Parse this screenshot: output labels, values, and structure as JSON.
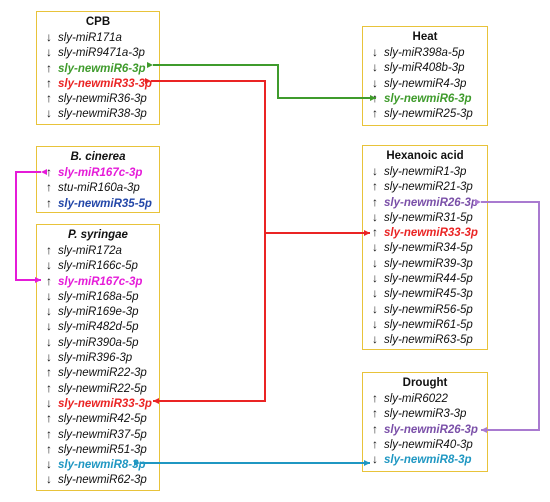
{
  "colors": {
    "box_border": "#e8c33a",
    "green": "#3f9b2c",
    "red": "#ea2424",
    "magenta": "#e51bd8",
    "blue": "#2246a8",
    "purple": "#7a4fa8",
    "purple_line": "#a97ad0",
    "teal": "#1f97c2"
  },
  "arrow_icons": {
    "up": "↑",
    "down": "↓"
  },
  "boxes": {
    "cpb": {
      "title": "CPB",
      "items": [
        {
          "dir": "down",
          "text": "sly-miR171a"
        },
        {
          "dir": "down",
          "text": "sly-miR9471a-3p"
        },
        {
          "dir": "up",
          "text": "sly-newmiR6-3p",
          "color": "green"
        },
        {
          "dir": "up",
          "text": "sly-newmiR33-3p",
          "color": "red"
        },
        {
          "dir": "up",
          "text": "sly-newmiR36-3p"
        },
        {
          "dir": "down",
          "text": "sly-newmiR38-3p"
        }
      ]
    },
    "heat": {
      "title": "Heat",
      "items": [
        {
          "dir": "down",
          "text": "sly-miR398a-5p"
        },
        {
          "dir": "down",
          "text": "sly-miR408b-3p"
        },
        {
          "dir": "down",
          "text": "sly-newmiR4-3p"
        },
        {
          "dir": "up",
          "text": "sly-newmiR6-3p",
          "color": "green"
        },
        {
          "dir": "up",
          "text": "sly-newmiR25-3p"
        }
      ]
    },
    "bcinerea": {
      "title": "B. cinerea",
      "items": [
        {
          "dir": "up",
          "text": "sly-miR167c-3p",
          "color": "magenta"
        },
        {
          "dir": "up",
          "text": "stu-miR160a-3p"
        },
        {
          "dir": "up",
          "text": "sly-newmiR35-5p",
          "color": "blue"
        }
      ]
    },
    "psyringae": {
      "title": "P. syringae",
      "items": [
        {
          "dir": "up",
          "text": "sly-miR172a"
        },
        {
          "dir": "down",
          "text": "sly-miR166c-5p"
        },
        {
          "dir": "up",
          "text": "sly-miR167c-3p",
          "color": "magenta"
        },
        {
          "dir": "down",
          "text": "sly-miR168a-5p"
        },
        {
          "dir": "down",
          "text": "sly-miR169e-3p"
        },
        {
          "dir": "down",
          "text": "sly-miR482d-5p"
        },
        {
          "dir": "down",
          "text": "sly-miR390a-5p"
        },
        {
          "dir": "down",
          "text": "sly-miR396-3p"
        },
        {
          "dir": "up",
          "text": "sly-newmiR22-3p"
        },
        {
          "dir": "up",
          "text": "sly-newmiR22-5p"
        },
        {
          "dir": "down",
          "text": "sly-newmiR33-3p",
          "color": "red"
        },
        {
          "dir": "up",
          "text": "sly-newmiR42-5p"
        },
        {
          "dir": "up",
          "text": "sly-newmiR37-5p"
        },
        {
          "dir": "up",
          "text": "sly-newmiR51-3p"
        },
        {
          "dir": "down",
          "text": "sly-newmiR8-3p",
          "color": "teal"
        },
        {
          "dir": "down",
          "text": "sly-newmiR62-3p"
        }
      ]
    },
    "hexanoic": {
      "title": "Hexanoic acid",
      "items": [
        {
          "dir": "down",
          "text": "sly-newmiR1-3p"
        },
        {
          "dir": "up",
          "text": "sly-newmiR21-3p"
        },
        {
          "dir": "up",
          "text": "sly-newmiR26-3p",
          "color": "purple"
        },
        {
          "dir": "down",
          "text": "sly-newmiR31-5p"
        },
        {
          "dir": "up",
          "text": "sly-newmiR33-3p",
          "color": "red"
        },
        {
          "dir": "down",
          "text": "sly-newmiR34-5p"
        },
        {
          "dir": "down",
          "text": "sly-newmiR39-3p"
        },
        {
          "dir": "down",
          "text": "sly-newmiR44-5p"
        },
        {
          "dir": "down",
          "text": "sly-newmiR45-3p"
        },
        {
          "dir": "down",
          "text": "sly-newmiR56-5p"
        },
        {
          "dir": "down",
          "text": "sly-newmiR61-5p"
        },
        {
          "dir": "down",
          "text": "sly-newmiR63-5p"
        }
      ]
    },
    "drought": {
      "title": "Drought",
      "items": [
        {
          "dir": "up",
          "text": "sly-miR6022"
        },
        {
          "dir": "up",
          "text": "sly-newmiR3-3p"
        },
        {
          "dir": "up",
          "text": "sly-newmiR26-3p",
          "color": "purple"
        },
        {
          "dir": "up",
          "text": "sly-newmiR40-3p"
        },
        {
          "dir": "down",
          "text": "sly-newmiR8-3p",
          "color": "teal"
        }
      ]
    }
  }
}
